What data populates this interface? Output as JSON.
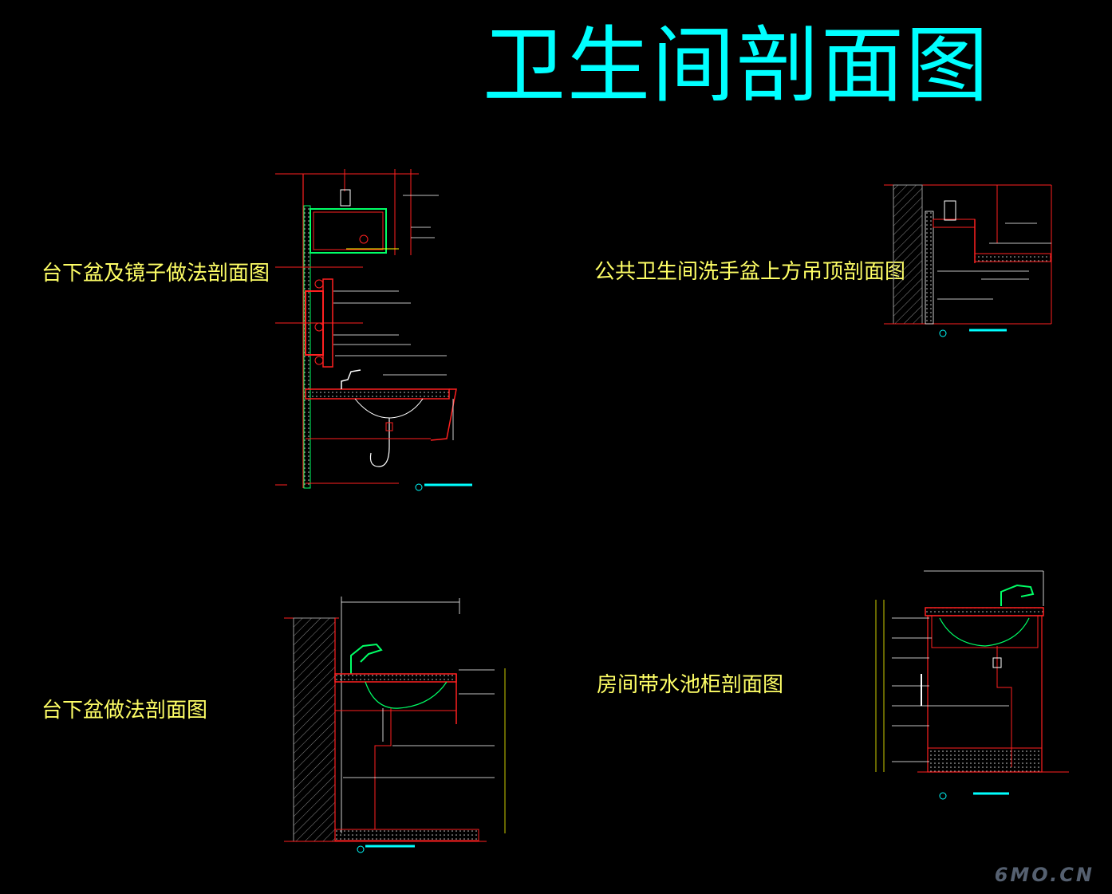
{
  "title": "卫生间剖面图",
  "labels": {
    "drawing_1": "台下盆及镜子做法剖面图",
    "drawing_2": "公共卫生间洗手盆上方吊顶剖面图",
    "drawing_3": "台下盆做法剖面图",
    "drawing_4": "房间带水池柜剖面图"
  },
  "watermark": "6MO.CN",
  "colors": {
    "background": "#000000",
    "title": "#00ffff",
    "labels": "#ffff66",
    "construction": "#ff2020",
    "finish": "#00ff66",
    "annotation": "#ffffff",
    "dimension": "#ffff00"
  }
}
